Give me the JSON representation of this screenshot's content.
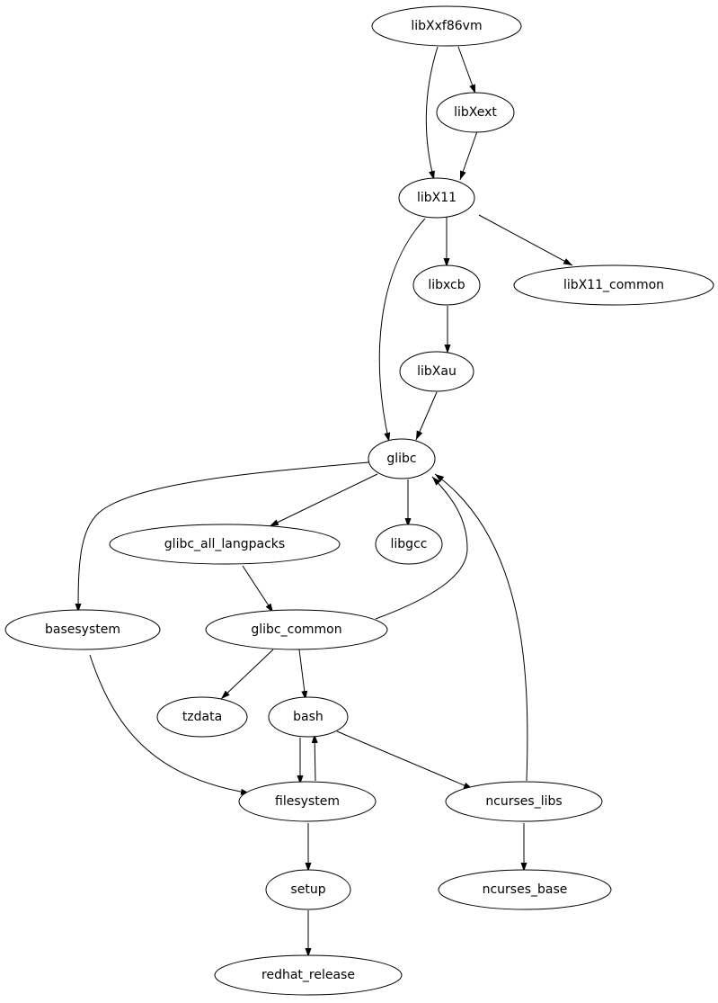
{
  "graph": {
    "nodes": {
      "libXxf86vm": "libXxf86vm",
      "libXext": "libXext",
      "libX11": "libX11",
      "libxcb": "libxcb",
      "libX11_common": "libX11_common",
      "libXau": "libXau",
      "glibc": "glibc",
      "glibc_all_langpacks": "glibc_all_langpacks",
      "libgcc": "libgcc",
      "basesystem": "basesystem",
      "glibc_common": "glibc_common",
      "tzdata": "tzdata",
      "bash": "bash",
      "filesystem": "filesystem",
      "ncurses_libs": "ncurses_libs",
      "setup": "setup",
      "ncurses_base": "ncurses_base",
      "redhat_release": "redhat_release"
    },
    "edges": [
      [
        "libXxf86vm",
        "libXext"
      ],
      [
        "libXxf86vm",
        "libX11"
      ],
      [
        "libXext",
        "libX11"
      ],
      [
        "libX11",
        "libxcb"
      ],
      [
        "libX11",
        "libX11_common"
      ],
      [
        "libX11",
        "glibc"
      ],
      [
        "libxcb",
        "libXau"
      ],
      [
        "libXau",
        "glibc"
      ],
      [
        "glibc",
        "basesystem"
      ],
      [
        "glibc",
        "glibc_all_langpacks"
      ],
      [
        "glibc",
        "libgcc"
      ],
      [
        "glibc_common",
        "glibc"
      ],
      [
        "ncurses_libs",
        "glibc"
      ],
      [
        "glibc_all_langpacks",
        "glibc_common"
      ],
      [
        "glibc_common",
        "tzdata"
      ],
      [
        "glibc_common",
        "bash"
      ],
      [
        "basesystem",
        "filesystem"
      ],
      [
        "bash",
        "filesystem"
      ],
      [
        "filesystem",
        "bash"
      ],
      [
        "bash",
        "ncurses_libs"
      ],
      [
        "filesystem",
        "setup"
      ],
      [
        "ncurses_libs",
        "ncurses_base"
      ],
      [
        "setup",
        "redhat_release"
      ]
    ]
  }
}
